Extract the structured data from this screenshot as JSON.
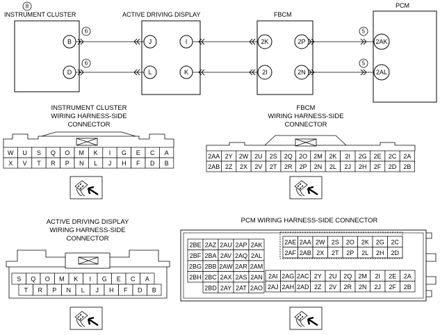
{
  "wiring": {
    "instrument_cluster": {
      "num": "8",
      "title": "INSTRUMENT CLUSTER",
      "pin_b": "B",
      "pin_d": "D",
      "conn_b": "6",
      "conn_d": "6"
    },
    "active_driving_display": {
      "title": "ACTIVE DRIVING DISPLAY",
      "pin_j": "J",
      "pin_i": "I",
      "pin_l": "L",
      "pin_k": "K"
    },
    "fbcm": {
      "title": "FBCM",
      "pin_2k": "2K",
      "pin_2p": "2P",
      "pin_2i": "2I",
      "pin_2n": "2N"
    },
    "pcm": {
      "title": "PCM",
      "pin_2ak": "2AK",
      "pin_2al": "2AL",
      "conn_top": "5",
      "conn_bottom": "5"
    }
  },
  "ic_connector": {
    "title_lines": [
      "INSTRUMENT CLUSTER",
      "WIRING HARNESS-SIDE",
      "CONNECTOR"
    ],
    "row1": [
      "W",
      "U",
      "S",
      "Q",
      "O",
      "M",
      "K",
      "I",
      "G",
      "E",
      "C",
      "A"
    ],
    "row2": [
      "X",
      "V",
      "T",
      "R",
      "P",
      "N",
      "L",
      "J",
      "H",
      "F",
      "D",
      "B"
    ]
  },
  "fbcm_connector": {
    "title_lines": [
      "FBCM",
      "WIRING HARNESS-SIDE",
      "CONNECTOR"
    ],
    "row1": [
      "2AA",
      "2Y",
      "2W",
      "2U",
      "2S",
      "2Q",
      "2O",
      "2M",
      "2K",
      "2I",
      "2G",
      "2E",
      "2C",
      "2A"
    ],
    "row2": [
      "2AB",
      "2Z",
      "2X",
      "2V",
      "2T",
      "2R",
      "2P",
      "2N",
      "2L",
      "2J",
      "2H",
      "2F",
      "2D",
      "2B"
    ]
  },
  "add_connector": {
    "title_lines": [
      "ACTIVE DRIVING DISPLAY",
      "WIRING HARNESS-SIDE",
      "CONNECTOR"
    ],
    "row1": [
      "S",
      "Q",
      "O",
      "M",
      "K",
      "I",
      "G",
      "E",
      "C",
      "A"
    ],
    "row2": [
      "T",
      "R",
      "P",
      "N",
      "L",
      "J",
      "H",
      "F",
      "D",
      "B"
    ]
  },
  "pcm_connector": {
    "title": "PCM WIRING HARNESS-SIDE CONNECTOR",
    "left_block": [
      [
        "2BE",
        "2AZ",
        "2AU",
        "2AP",
        "2AK"
      ],
      [
        "2BF",
        "2BA",
        "2AV",
        "2AQ",
        "2AL"
      ],
      [
        "2BG",
        "2BB",
        "2AW",
        "2AR",
        "2AM"
      ],
      [
        "2BH",
        "2BC",
        "2AX",
        "2AS",
        "2AN"
      ],
      [
        "",
        "2BD",
        "2AY",
        "2AT",
        "2AO"
      ]
    ],
    "right_top": [
      [
        "2AE",
        "2AA",
        "2W",
        "2S",
        "2O",
        "2K",
        "2G",
        "2C"
      ],
      [
        "2AF",
        "2AB",
        "2X",
        "2T",
        "2P",
        "2L",
        "2H",
        "2D"
      ]
    ],
    "right_bottom": [
      [
        "2AI",
        "2AG",
        "2AC",
        "2Y",
        "2U",
        "2Q",
        "2M",
        "2I",
        "2E",
        "2A"
      ],
      [
        "2AJ",
        "2AH",
        "2AD",
        "2Z",
        "2V",
        "2R",
        "2N",
        "2J",
        "2F",
        "2B"
      ]
    ]
  }
}
